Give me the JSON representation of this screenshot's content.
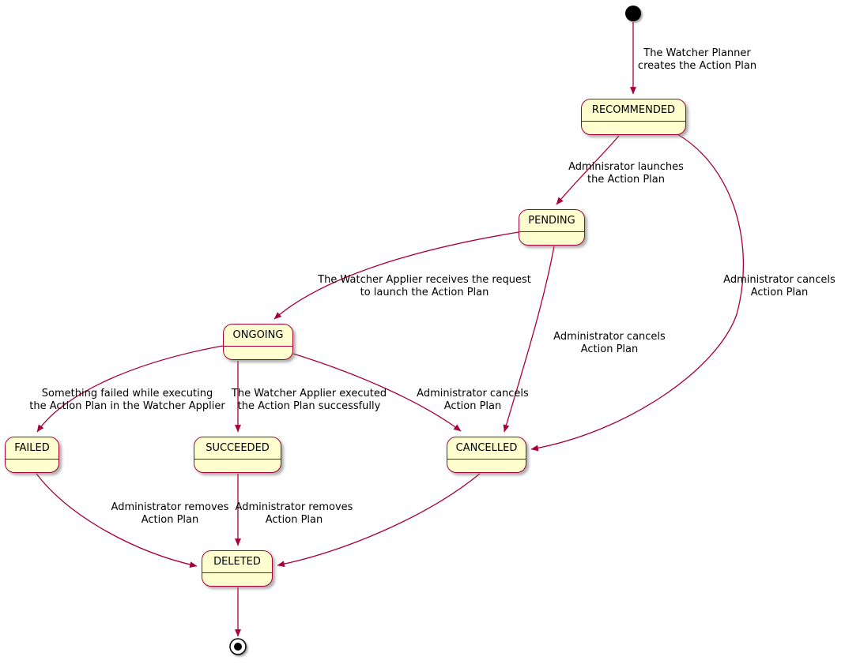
{
  "diagram_type": "state-machine",
  "states": {
    "recommended": {
      "label": "RECOMMENDED"
    },
    "pending": {
      "label": "PENDING"
    },
    "ongoing": {
      "label": "ONGOING"
    },
    "failed": {
      "label": "FAILED"
    },
    "succeeded": {
      "label": "SUCCEEDED"
    },
    "cancelled": {
      "label": "CANCELLED"
    },
    "deleted": {
      "label": "DELETED"
    }
  },
  "transitions": {
    "planner_creates": {
      "from": "initial",
      "to": "RECOMMENDED",
      "lines": [
        "The Watcher Planner",
        "creates the Action Plan"
      ]
    },
    "admin_launches": {
      "from": "RECOMMENDED",
      "to": "PENDING",
      "lines": [
        "Adminisrator launches",
        "the Action Plan"
      ]
    },
    "applier_receives": {
      "from": "PENDING",
      "to": "ONGOING",
      "lines": [
        "The Watcher Applier receives the request",
        "to launch the Action Plan"
      ]
    },
    "something_failed": {
      "from": "ONGOING",
      "to": "FAILED",
      "lines": [
        "Something failed while executing",
        "the Action Plan in the Watcher Applier"
      ]
    },
    "applier_executed": {
      "from": "ONGOING",
      "to": "SUCCEEDED",
      "lines": [
        "The Watcher Applier executed",
        "the Action Plan successfully"
      ]
    },
    "ongoing_cancelled": {
      "from": "ONGOING",
      "to": "CANCELLED",
      "lines": [
        "Administrator cancels",
        "Action Plan"
      ]
    },
    "pending_cancelled": {
      "from": "PENDING",
      "to": "CANCELLED",
      "lines": [
        "Administrator cancels",
        "Action Plan"
      ]
    },
    "recommended_cancelled": {
      "from": "RECOMMENDED",
      "to": "CANCELLED",
      "lines": [
        "Administrator cancels",
        "Action Plan"
      ]
    },
    "failed_deleted": {
      "from": "FAILED",
      "to": "DELETED",
      "lines": [
        "Administrator removes",
        "Action Plan"
      ]
    },
    "succeeded_deleted": {
      "from": "SUCCEEDED",
      "to": "DELETED",
      "lines": [
        "Administrator removes",
        "Action Plan"
      ]
    },
    "cancelled_deleted": {
      "from": "CANCELLED",
      "to": "DELETED",
      "lines": []
    },
    "deleted_final": {
      "from": "DELETED",
      "to": "final",
      "lines": []
    }
  },
  "colors": {
    "state_fill": "#FEFECE",
    "state_border": "#A80036",
    "arrow": "#A80036",
    "label_text": "#000000",
    "background": "#FFFFFF"
  }
}
